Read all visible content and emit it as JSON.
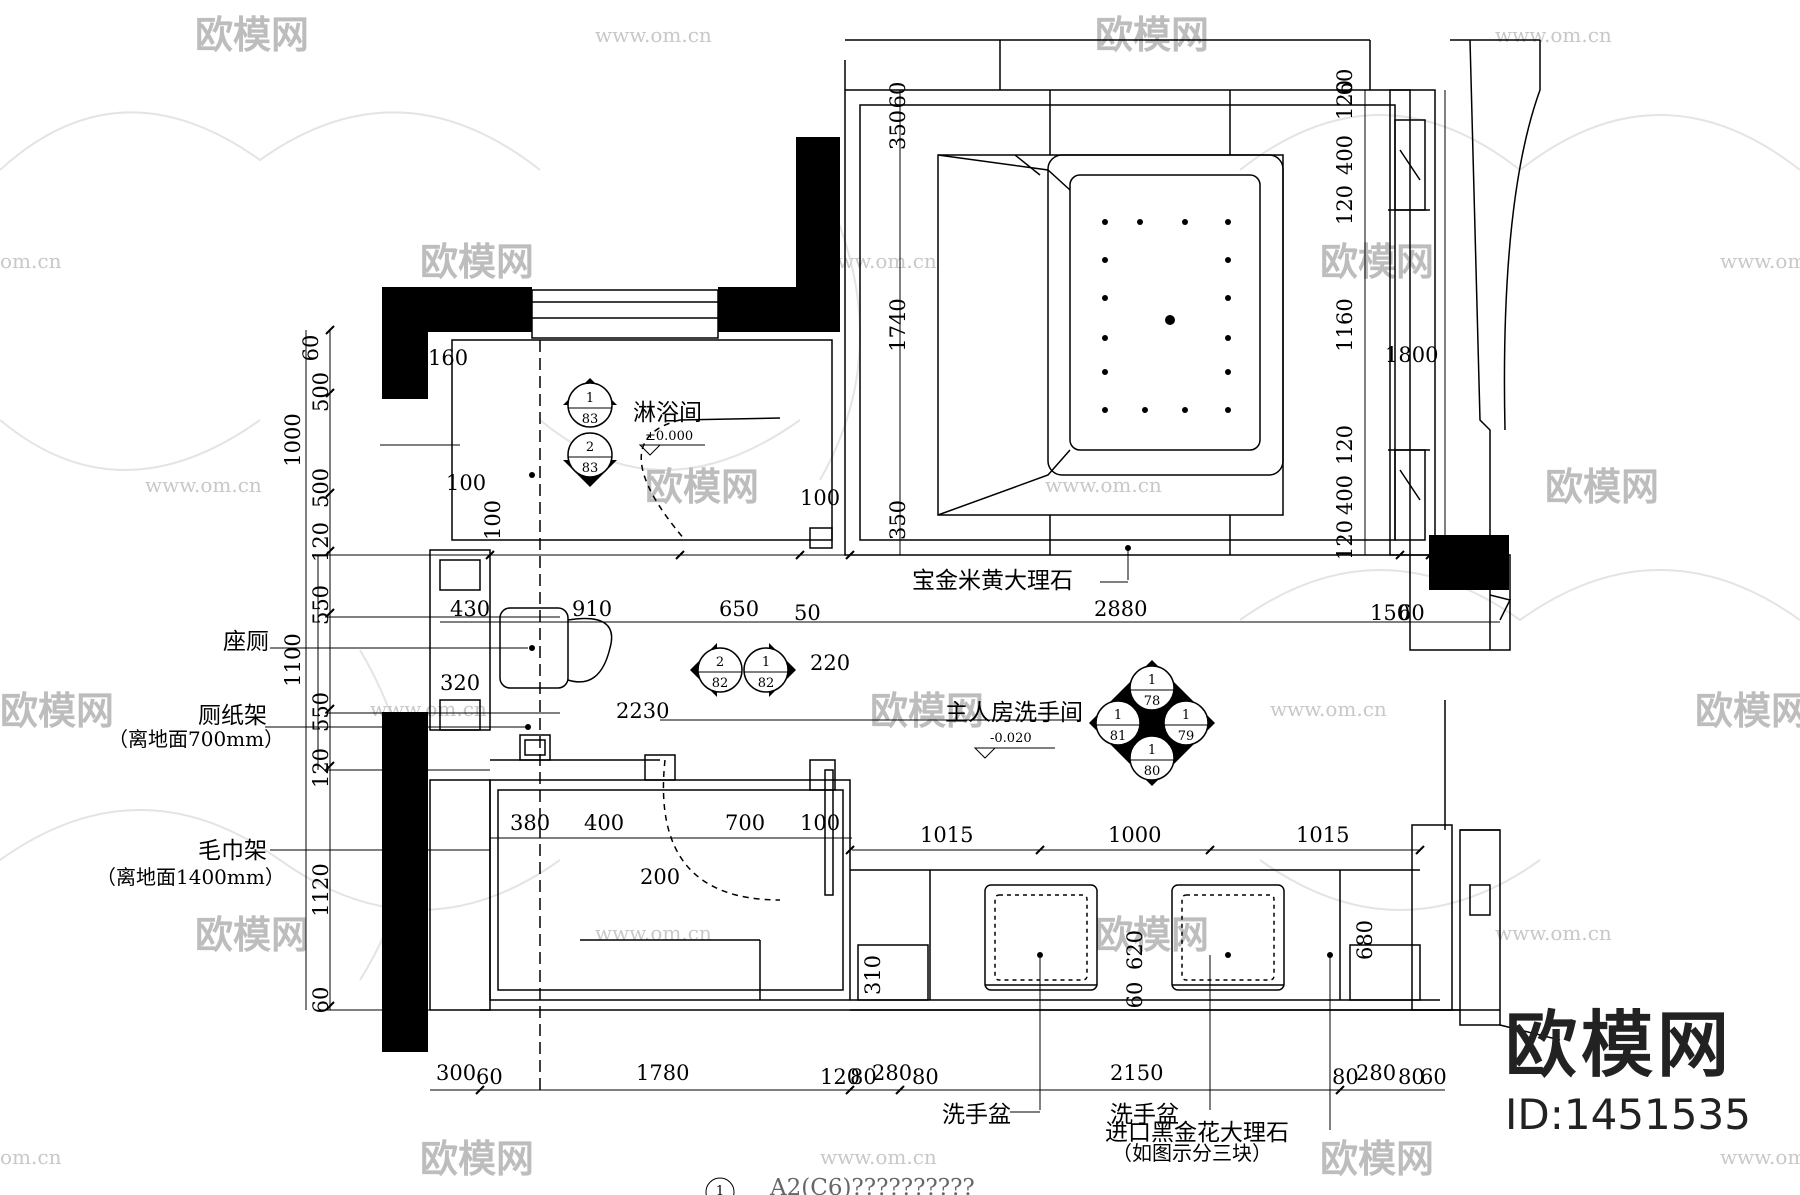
{
  "watermark": {
    "logo": "欧模网",
    "url": "www.om.cn",
    "url_partial": "om.cn"
  },
  "brand": {
    "name": "欧模网",
    "id_text": "ID:1451535"
  },
  "rooms": {
    "shower": {
      "name": "淋浴间",
      "level": "±0.000"
    },
    "washroom": {
      "name": "主人房洗手间",
      "level": "-0.020"
    }
  },
  "labels": {
    "toilet": "座厕",
    "paper_holder": "厕纸架",
    "paper_holder_note": "（离地面700mm）",
    "towel_rack": "毛巾架",
    "towel_rack_note": "（离地面1400mm）",
    "marble_floor": "宝金米黄大理石",
    "basin_left": "洗手盆",
    "basin_right": "洗手盆",
    "counter_marble": "进口黑金花大理石",
    "counter_marble_note": "（如图示分三块）",
    "drawing_title": "A2(C6)??????????",
    "drawing_no": "1"
  },
  "symbols": {
    "shower_ref_top": {
      "num": "1",
      "sheet": "83"
    },
    "shower_ref_bottom": {
      "num": "2",
      "sheet": "83"
    },
    "corridor_ref_left": {
      "num": "2",
      "sheet": "82"
    },
    "corridor_ref_right": {
      "num": "1",
      "sheet": "82"
    },
    "wash_top": {
      "num": "1",
      "sheet": "78"
    },
    "wash_left": {
      "num": "1",
      "sheet": "81"
    },
    "wash_right": {
      "num": "1",
      "sheet": "79"
    },
    "wash_bottom": {
      "num": "1",
      "sheet": "80"
    }
  },
  "dims": {
    "left_v": [
      "60",
      "500",
      "1000",
      "500",
      "120",
      "550",
      "1100",
      "550",
      "120",
      "1120",
      "60"
    ],
    "shower_inner": [
      "160",
      "100",
      "100",
      "100"
    ],
    "corridor_top": [
      "430",
      "910",
      "650",
      "50",
      "2880",
      "150",
      "60"
    ],
    "corridor_mid": [
      "320",
      "220",
      "2230"
    ],
    "cabinet_row": [
      "380",
      "400",
      "700",
      "100",
      "200"
    ],
    "counter_row": [
      "1015",
      "1000",
      "1015"
    ],
    "counter_inner": [
      "310",
      "620",
      "60",
      "680"
    ],
    "bottom_row": [
      "300",
      "60",
      "1780",
      "120",
      "80",
      "280",
      "80",
      "2150",
      "80",
      "280",
      "80",
      "60"
    ],
    "tub_left_v": [
      "60",
      "350",
      "1740",
      "350"
    ],
    "tub_right_v": [
      "120",
      "400",
      "120",
      "1160",
      "120",
      "400",
      "120"
    ],
    "tub_right_v_top": "60",
    "tub_width": "1800"
  }
}
